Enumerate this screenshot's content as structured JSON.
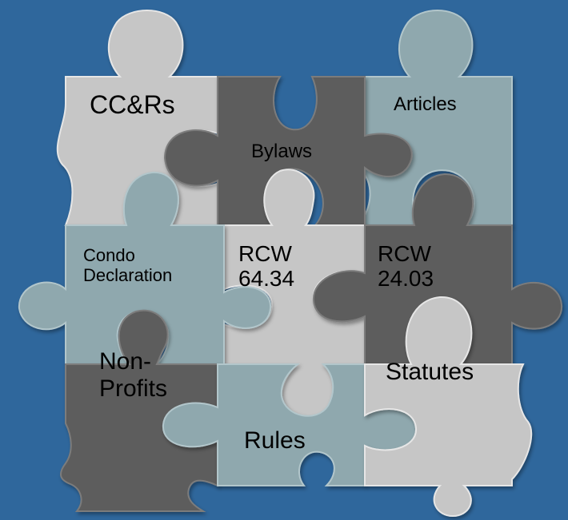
{
  "background_color": "#2f679c",
  "piece_colors": {
    "light_gray": "#c6c6c6",
    "dark_gray": "#5d5d5d",
    "teal_gray": "#8fa8ae"
  },
  "pieces": {
    "ccrs": "CC&Rs",
    "bylaws": "Bylaws",
    "articles": "Articles",
    "condo_line1": "Condo",
    "condo_line2": "Declaration",
    "rcw1_line1": "RCW",
    "rcw1_line2": "64.34",
    "rcw2_line1": "RCW",
    "rcw2_line2": "24.03",
    "nonprofits_line1": "Non-",
    "nonprofits_line2": "Profits",
    "statutes": "Statutes",
    "rules": "Rules"
  }
}
